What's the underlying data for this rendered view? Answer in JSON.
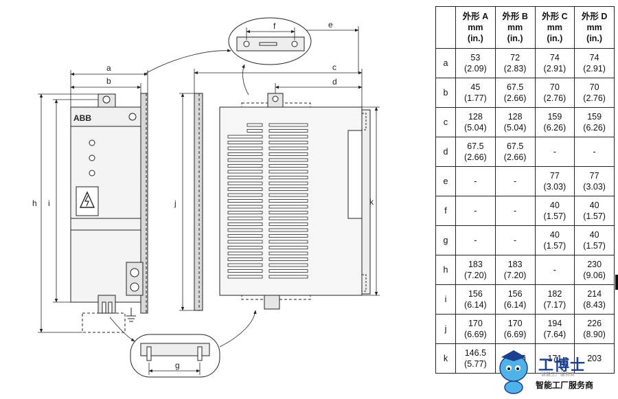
{
  "drawing": {
    "brand": "ABB",
    "dim_labels": {
      "a": "a",
      "b": "b",
      "c": "c",
      "d": "d",
      "e": "e",
      "f": "f",
      "g": "g",
      "h": "h",
      "i": "i",
      "j": "j",
      "k": "k"
    }
  },
  "table": {
    "corner": "",
    "headers": [
      [
        "外形 A",
        "mm",
        "(in.)"
      ],
      [
        "外形 B",
        "mm",
        "(in.)"
      ],
      [
        "外形 C",
        "mm",
        "(in.)"
      ],
      [
        "外形 D",
        "mm",
        "(in.)"
      ]
    ],
    "rows": [
      {
        "label": "a",
        "cells": [
          [
            "53",
            "(2.09)"
          ],
          [
            "72",
            "(2.83)"
          ],
          [
            "74",
            "(2.91)"
          ],
          [
            "74",
            "(2.91)"
          ]
        ]
      },
      {
        "label": "b",
        "cells": [
          [
            "45",
            "(1.77)"
          ],
          [
            "67.5",
            "(2.66)"
          ],
          [
            "70",
            "(2.76)"
          ],
          [
            "70",
            "(2.76)"
          ]
        ]
      },
      {
        "label": "c",
        "cells": [
          [
            "128",
            "(5.04)"
          ],
          [
            "128",
            "(5.04)"
          ],
          [
            "159",
            "(6.26)"
          ],
          [
            "159",
            "(6.26)"
          ]
        ]
      },
      {
        "label": "d",
        "cells": [
          [
            "67.5",
            "(2.66)"
          ],
          [
            "67.5",
            "(2.66)"
          ],
          [
            "-",
            ""
          ],
          [
            "-",
            ""
          ]
        ]
      },
      {
        "label": "e",
        "cells": [
          [
            "-",
            ""
          ],
          [
            "-",
            ""
          ],
          [
            "77",
            "(3.03)"
          ],
          [
            "77",
            "(3.03)"
          ]
        ]
      },
      {
        "label": "f",
        "cells": [
          [
            "-",
            ""
          ],
          [
            "-",
            ""
          ],
          [
            "40",
            "(1.57)"
          ],
          [
            "40",
            "(1.57)"
          ]
        ]
      },
      {
        "label": "g",
        "cells": [
          [
            "-",
            ""
          ],
          [
            "-",
            ""
          ],
          [
            "40",
            "(1.57)"
          ],
          [
            "40",
            "(1.57)"
          ]
        ]
      },
      {
        "label": "h",
        "cells": [
          [
            "183",
            "(7.20)"
          ],
          [
            "183",
            "(7.20)"
          ],
          [
            "-",
            ""
          ],
          [
            "230",
            "(9.06)"
          ]
        ]
      },
      {
        "label": "i",
        "cells": [
          [
            "156",
            "(6.14)"
          ],
          [
            "156",
            "(6.14)"
          ],
          [
            "182",
            "(7.17)"
          ],
          [
            "214",
            "(8.43)"
          ]
        ]
      },
      {
        "label": "j",
        "cells": [
          [
            "170",
            "(6.69)"
          ],
          [
            "170",
            "(6.69)"
          ],
          [
            "194",
            "(7.64)"
          ],
          [
            "226",
            "(8.90)"
          ]
        ]
      },
      {
        "label": "k",
        "cells": [
          [
            "146.5",
            "(5.77)"
          ],
          [
            "146.5",
            ""
          ],
          [
            "171",
            ""
          ],
          [
            "203",
            ""
          ]
        ]
      }
    ]
  },
  "watermark": {
    "title": "工博士",
    "subtitle": "智能工厂服务商",
    "small": "智能工厂服务商"
  }
}
